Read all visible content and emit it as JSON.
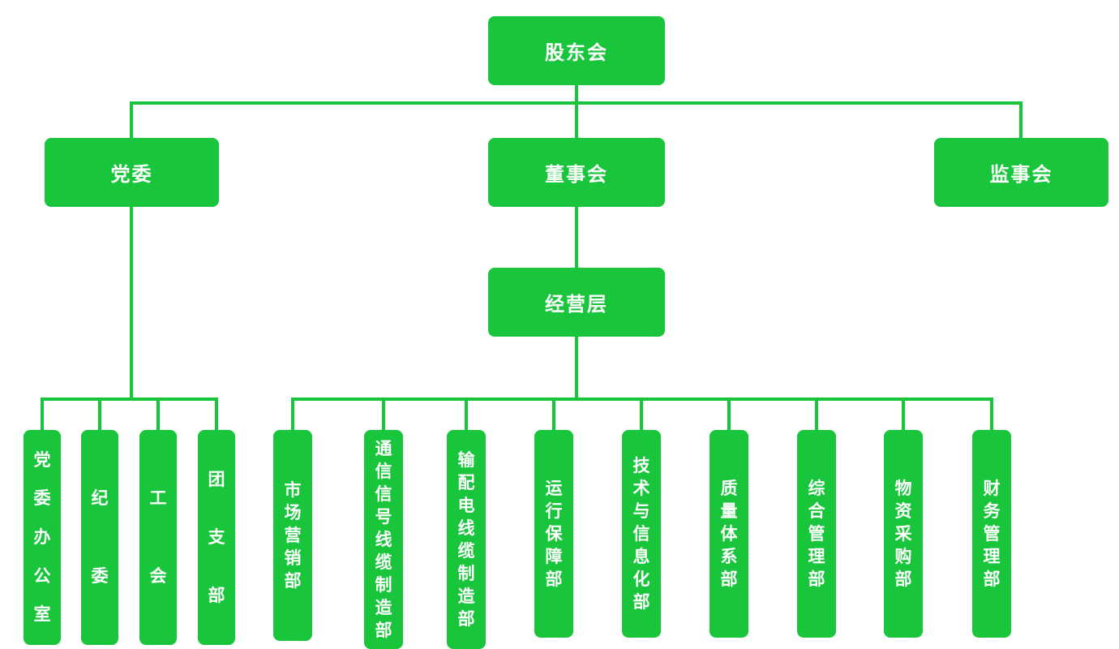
{
  "colors": {
    "primary": "#19c53b",
    "node_text": "#ffffff",
    "background": "#ffffff"
  },
  "chart": {
    "type": "org-chart",
    "root": "股东会",
    "party": "党委",
    "board": "董事会",
    "supervisors": "监事会",
    "management": "经营层",
    "party_children": [
      "党委办公室",
      "纪委",
      "工会",
      "团支部"
    ],
    "departments": [
      "市场营销部",
      "通信信号线缆制造部",
      "输配电线缆制造部",
      "运行保障部",
      "技术与信息化部",
      "质量体系部",
      "综合管理部",
      "物资采购部",
      "财务管理部"
    ]
  }
}
